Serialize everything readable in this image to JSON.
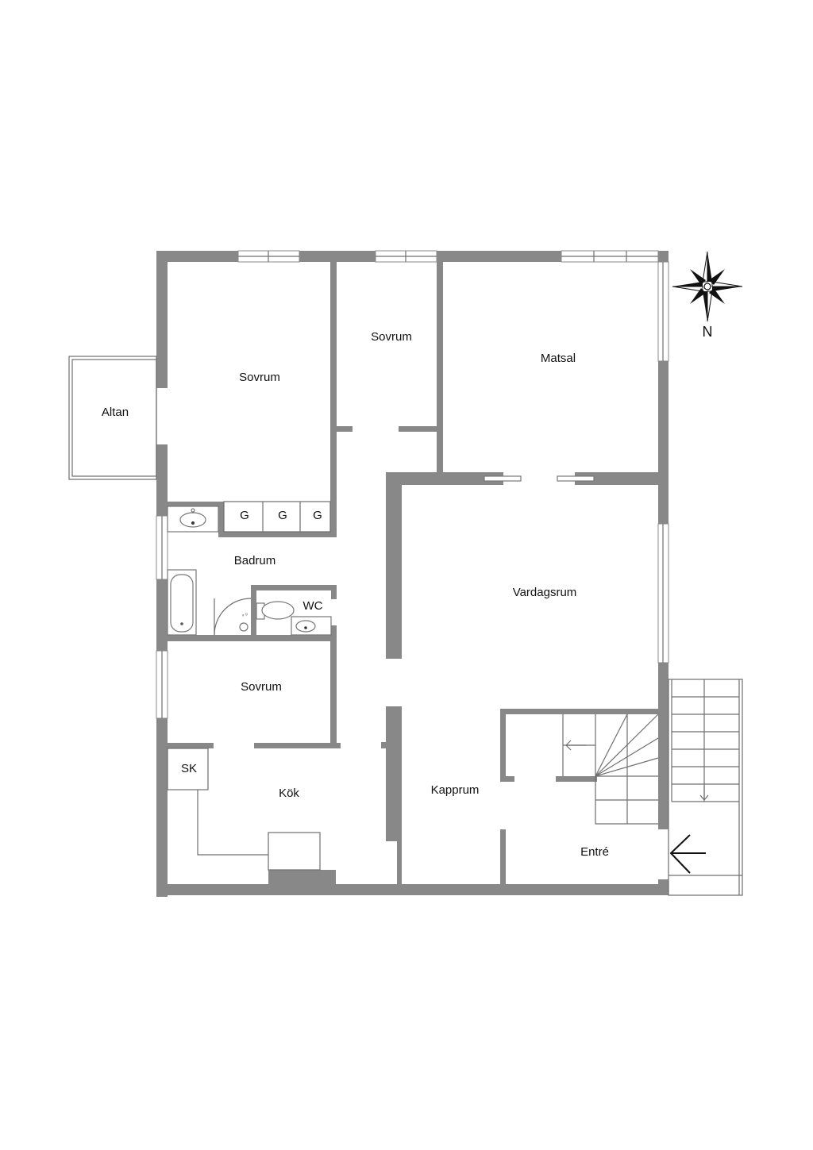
{
  "rooms": {
    "altan": "Altan",
    "sovrum_large": "Sovrum",
    "sovrum_small": "Sovrum",
    "matsal": "Matsal",
    "badrum": "Badrum",
    "wc": "WC",
    "vardagsrum": "Vardagsrum",
    "sovrum_lower": "Sovrum",
    "sk": "SK",
    "kok": "Kök",
    "kapprum": "Kapprum",
    "entre": "Entré"
  },
  "closets": [
    "G",
    "G",
    "G"
  ],
  "compass": {
    "north_label": "N",
    "icon": "compass-rose-icon"
  },
  "entrance": {
    "icon": "arrow-left-icon"
  },
  "colors": {
    "wall": "#888888",
    "line": "#6f6f6f",
    "text": "#111111"
  }
}
